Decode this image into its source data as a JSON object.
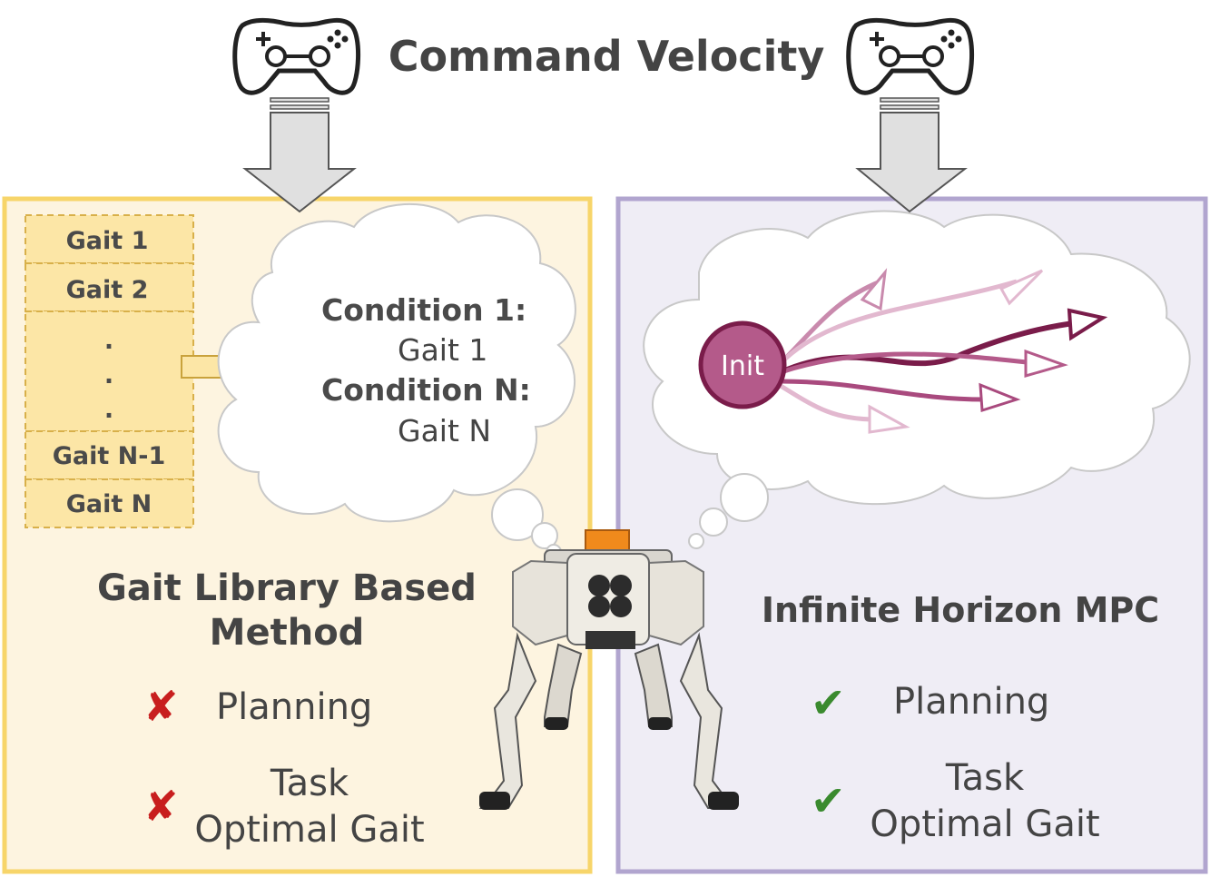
{
  "title": "Command Velocity",
  "left_panel": {
    "gait_library": {
      "items": [
        "Gait 1",
        "Gait 2",
        "Gait N-1",
        "Gait N"
      ],
      "ellipsis": "."
    },
    "cloud": {
      "cond1_label": "Condition 1:",
      "cond1_gait": "Gait 1",
      "condN_label": "Condition N:",
      "condN_gait": "Gait N"
    },
    "method_title_line1": "Gait Library Based",
    "method_title_line2": "Method",
    "features": [
      {
        "mark": "✘",
        "line1": "Planning",
        "line2": ""
      },
      {
        "mark": "✘",
        "line1": "Task",
        "line2": "Optimal Gait"
      }
    ]
  },
  "right_panel": {
    "init_label": "Init",
    "method_title": "Infinite Horizon MPC",
    "features": [
      {
        "mark": "✔",
        "line1": "Planning",
        "line2": ""
      },
      {
        "mark": "✔",
        "line1": "Task",
        "line2": "Optimal Gait"
      }
    ]
  },
  "colors": {
    "left_panel_fill": "#fdf4e0",
    "left_panel_border": "#f7d56a",
    "right_panel_fill": "#efedf5",
    "right_panel_border": "#b1a5cf",
    "gait_box_fill": "#fce6a6",
    "gait_box_border": "#d8b04a",
    "cross": "#c81e1e",
    "check": "#3a8a2e",
    "init_fill": "#b45a8a",
    "trajectory_dark": "#7a1c4a"
  },
  "icons": [
    "gamepad-icon",
    "down-arrow-icon",
    "cross-icon",
    "check-icon",
    "robot-dog-image"
  ]
}
